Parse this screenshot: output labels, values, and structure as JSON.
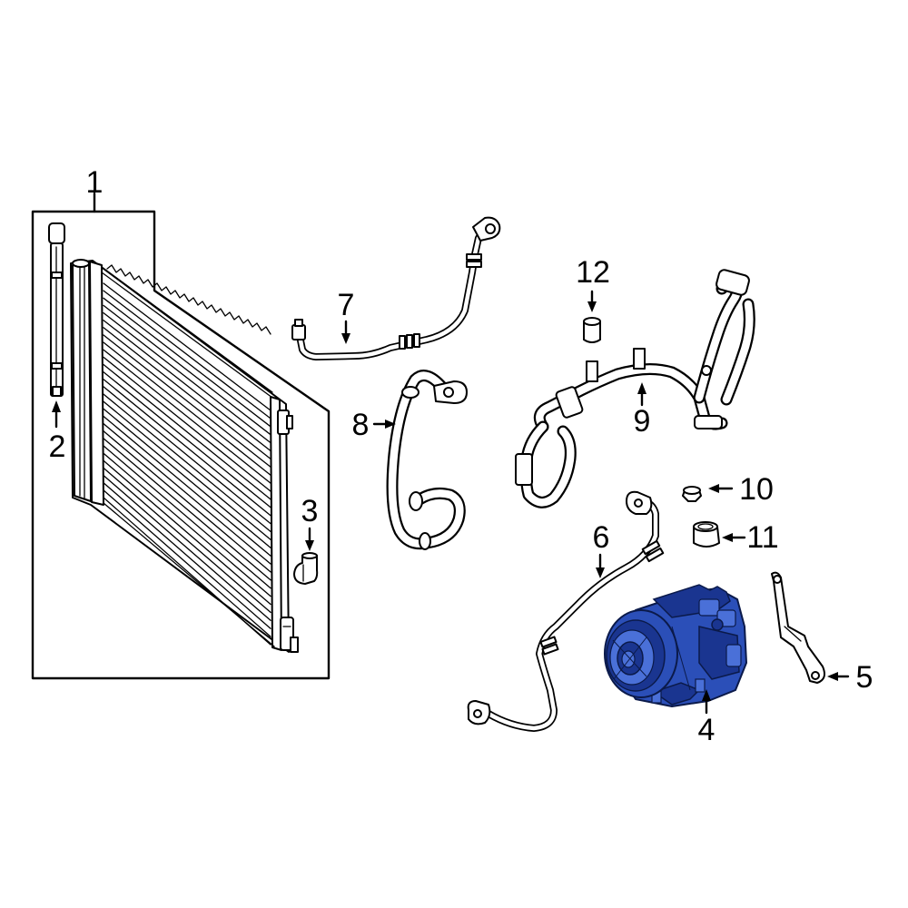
{
  "callouts": {
    "c1": "1",
    "c2": "2",
    "c3": "3",
    "c4": "4",
    "c5": "5",
    "c6": "6",
    "c7": "7",
    "c8": "8",
    "c9": "9",
    "c10": "10",
    "c11": "11",
    "c12": "12"
  },
  "highlight_color": "#2b4fb8"
}
